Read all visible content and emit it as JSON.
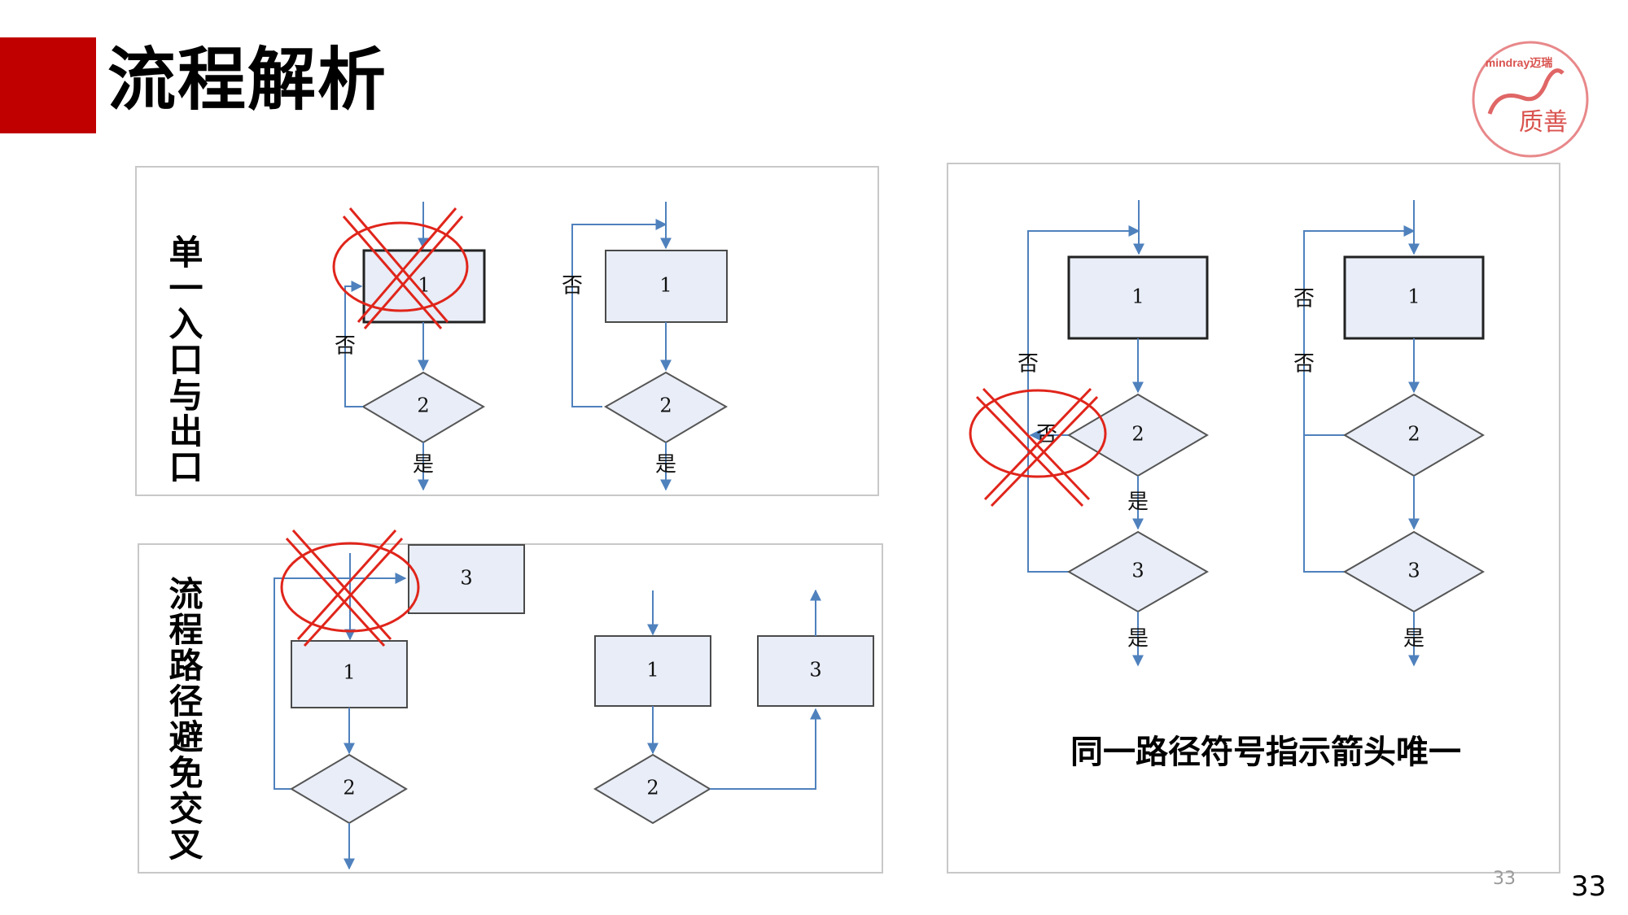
{
  "title": "流程解析",
  "logo": {
    "brand": "mindray迈瑞",
    "motto": "质善"
  },
  "sections": {
    "single_entry": "单一入口与出口",
    "avoid_cross": "流程路径避免交叉",
    "unique_arrow": "同一路径符号指示箭头唯一"
  },
  "flow": {
    "n1": "1",
    "n2": "2",
    "n3": "3",
    "yes": "是",
    "no": "否"
  },
  "page": {
    "small": "33",
    "big": "33"
  },
  "colors": {
    "accent": "#c00000",
    "line": "#4f81bd",
    "cross": "#e0251b",
    "shape_fill": "#e8edf7"
  }
}
